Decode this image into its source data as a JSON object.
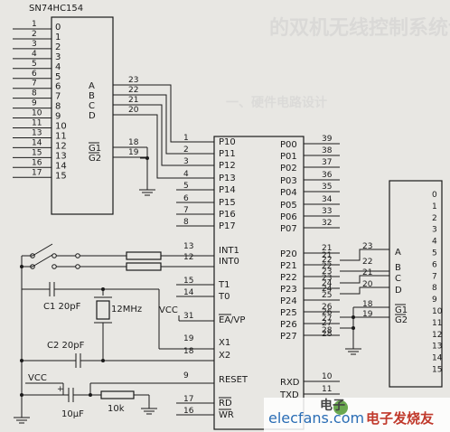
{
  "background_text": [
    "的双机无线控制系统设计",
    "一、硬件电路设计"
  ],
  "u1": {
    "name": "SN74HC154",
    "left_pins": [
      {
        "pin": "1",
        "label": "0"
      },
      {
        "pin": "2",
        "label": "1"
      },
      {
        "pin": "3",
        "label": "2"
      },
      {
        "pin": "4",
        "label": "3"
      },
      {
        "pin": "5",
        "label": "4"
      },
      {
        "pin": "6",
        "label": "5"
      },
      {
        "pin": "7",
        "label": "6"
      },
      {
        "pin": "8",
        "label": "7"
      },
      {
        "pin": "9",
        "label": "8"
      },
      {
        "pin": "10",
        "label": "9"
      },
      {
        "pin": "11",
        "label": "10"
      },
      {
        "pin": "13",
        "label": "11"
      },
      {
        "pin": "14",
        "label": "12"
      },
      {
        "pin": "15",
        "label": "13"
      },
      {
        "pin": "16",
        "label": "14"
      },
      {
        "pin": "17",
        "label": "15"
      }
    ],
    "right_pins": [
      {
        "pin": "23",
        "label": "A"
      },
      {
        "pin": "22",
        "label": "B"
      },
      {
        "pin": "21",
        "label": "C"
      },
      {
        "pin": "20",
        "label": "D"
      },
      {
        "pin": "18",
        "label": "G1"
      },
      {
        "pin": "19",
        "label": "G2"
      }
    ]
  },
  "mcu": {
    "left_pins": [
      {
        "pin": "1",
        "label": "P10"
      },
      {
        "pin": "2",
        "label": "P11"
      },
      {
        "pin": "3",
        "label": "P12"
      },
      {
        "pin": "4",
        "label": "P13"
      },
      {
        "pin": "5",
        "label": "P14"
      },
      {
        "pin": "6",
        "label": "P15"
      },
      {
        "pin": "7",
        "label": "P16"
      },
      {
        "pin": "8",
        "label": "P17"
      },
      {
        "pin": "13",
        "label": "INT1"
      },
      {
        "pin": "12",
        "label": "INT0"
      },
      {
        "pin": "15",
        "label": "T1"
      },
      {
        "pin": "14",
        "label": "T0"
      },
      {
        "pin": "31",
        "label": "EA/VP"
      },
      {
        "pin": "19",
        "label": "X1"
      },
      {
        "pin": "18",
        "label": "X2"
      },
      {
        "pin": "9",
        "label": "RESET"
      },
      {
        "pin": "17",
        "label": "RD"
      },
      {
        "pin": "16",
        "label": "WR"
      }
    ],
    "right_pins": [
      {
        "pin": "39",
        "label": "P00"
      },
      {
        "pin": "38",
        "label": "P01"
      },
      {
        "pin": "37",
        "label": "P02"
      },
      {
        "pin": "36",
        "label": "P03"
      },
      {
        "pin": "35",
        "label": "P04"
      },
      {
        "pin": "34",
        "label": "P05"
      },
      {
        "pin": "33",
        "label": "P06"
      },
      {
        "pin": "32",
        "label": "P07"
      },
      {
        "pin": "21",
        "label": "P20"
      },
      {
        "pin": "22",
        "label": "P21"
      },
      {
        "pin": "23",
        "label": "P22"
      },
      {
        "pin": "24",
        "label": "P23"
      },
      {
        "pin": "25",
        "label": "P24"
      },
      {
        "pin": "26",
        "label": "P25"
      },
      {
        "pin": "27",
        "label": "P26"
      },
      {
        "pin": "28",
        "label": "P27"
      },
      {
        "pin": "10",
        "label": "RXD"
      },
      {
        "pin": "11",
        "label": "TXD"
      }
    ]
  },
  "u3": {
    "right_pins": [
      "0",
      "1",
      "2",
      "3",
      "4",
      "5",
      "6",
      "7",
      "8",
      "9",
      "10",
      "11",
      "12",
      "13",
      "14",
      "15"
    ],
    "left_inputs": [
      {
        "pin": "23",
        "label": "A"
      },
      {
        "pin": "22",
        "label": "B"
      },
      {
        "pin": "21",
        "label": "C"
      },
      {
        "pin": "20",
        "label": "D"
      },
      {
        "pin": "18",
        "label": "G1"
      },
      {
        "pin": "19",
        "label": "G2"
      }
    ],
    "left_pin_numbers": [
      "21",
      "22",
      "23",
      "24"
    ],
    "enable_pin_numbers": [
      "26",
      "27",
      "28"
    ]
  },
  "components": {
    "c1": "C1 20pF",
    "c2": "C2 20pF",
    "crystal": "12MHz",
    "vcc_top": "VCC",
    "vcc_bottom": "VCC",
    "cap": "10μF",
    "res": "10k"
  },
  "watermark": {
    "cn_logo": "电子",
    "site": "elecfans.com",
    "cn_text": "电子发烧友"
  }
}
